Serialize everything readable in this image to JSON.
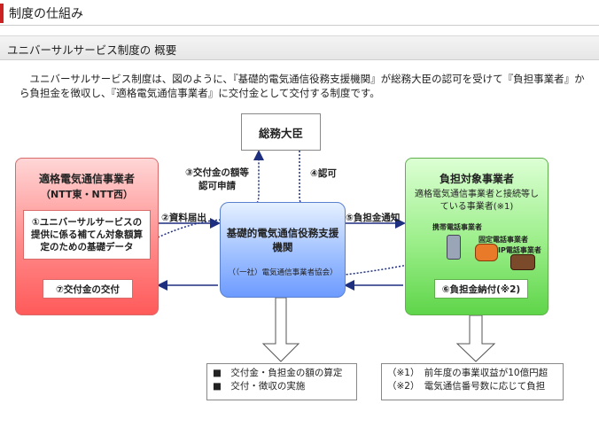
{
  "header": {
    "title": "制度の仕組み"
  },
  "section": {
    "title": "ユニバーサルサービス制度の 概要"
  },
  "intro": "　ユニバーサルサービス制度は、図のように、『基礎的電気通信役務支援機関』が総務大臣の認可を受けて『負担事業者』から負担金を徴収し、『適格電気通信事業者』に交付金として交付する制度です。",
  "minister": "総務大臣",
  "eligible": {
    "title": "適格電気通信事業者",
    "sub": "（NTT東・NTT西）",
    "data_label": "①ユニバーサルサービスの提供に係る補てん対象額算定のための基礎データ",
    "grant_label": "⑦交付金の交付"
  },
  "agency": {
    "title": "基礎的電気通信役務支援機関",
    "sub": "（（一社）電気通信事業者協会）"
  },
  "burden": {
    "title": "負担対象事業者",
    "sub": "適格電気通信事業者と接続等している事業者(※1)",
    "mobile": "携帯電話事業者",
    "fixed": "固定電話事業者",
    "ip": "IP電話事業者",
    "pay_label": "⑥負担金納付(※2)"
  },
  "arrows": {
    "a2": "②資料届出",
    "a3": "③交付金の額等認可申請",
    "a4": "④認可",
    "a5": "⑤負担金通知"
  },
  "bottom_left": [
    "■　交付金・負担金の額の算定",
    "■　交付・徴収の実施"
  ],
  "bottom_right": [
    "（※1）　前年度の事業収益が10億円超",
    "（※2）　電気通信番号数に応じて負担"
  ],
  "colors": {
    "red": "#ff6a6a",
    "blue": "#7aa6ff",
    "green": "#6fdc5a",
    "arrow": "#1f2f80"
  }
}
